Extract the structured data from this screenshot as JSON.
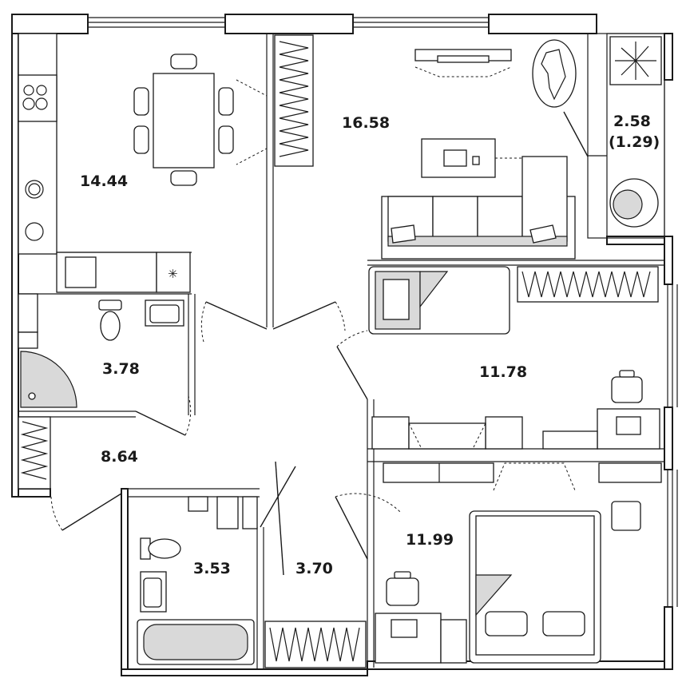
{
  "rooms": [
    {
      "id": "kitchen-living",
      "area": "14.44"
    },
    {
      "id": "living-room",
      "area": "16.58"
    },
    {
      "id": "balcony",
      "area": "2.58",
      "sub": "(1.29)"
    },
    {
      "id": "bathroom-1",
      "area": "3.78"
    },
    {
      "id": "bedroom-1",
      "area": "11.78"
    },
    {
      "id": "hallway",
      "area": "8.64"
    },
    {
      "id": "bathroom-2",
      "area": "3.53"
    },
    {
      "id": "corridor",
      "area": "3.70"
    },
    {
      "id": "bedroom-2",
      "area": "11.99"
    }
  ],
  "icons": [
    "dining-table-icon",
    "stove-icon",
    "sink-icon",
    "toilet-icon",
    "shower-icon",
    "bathtub-icon",
    "sofa-icon",
    "bed-icon",
    "desk-icon",
    "plant-icon",
    "armchair-icon",
    "rug-icon",
    "washing-machine-icon",
    "wardrobe-icon",
    "tv-icon"
  ]
}
